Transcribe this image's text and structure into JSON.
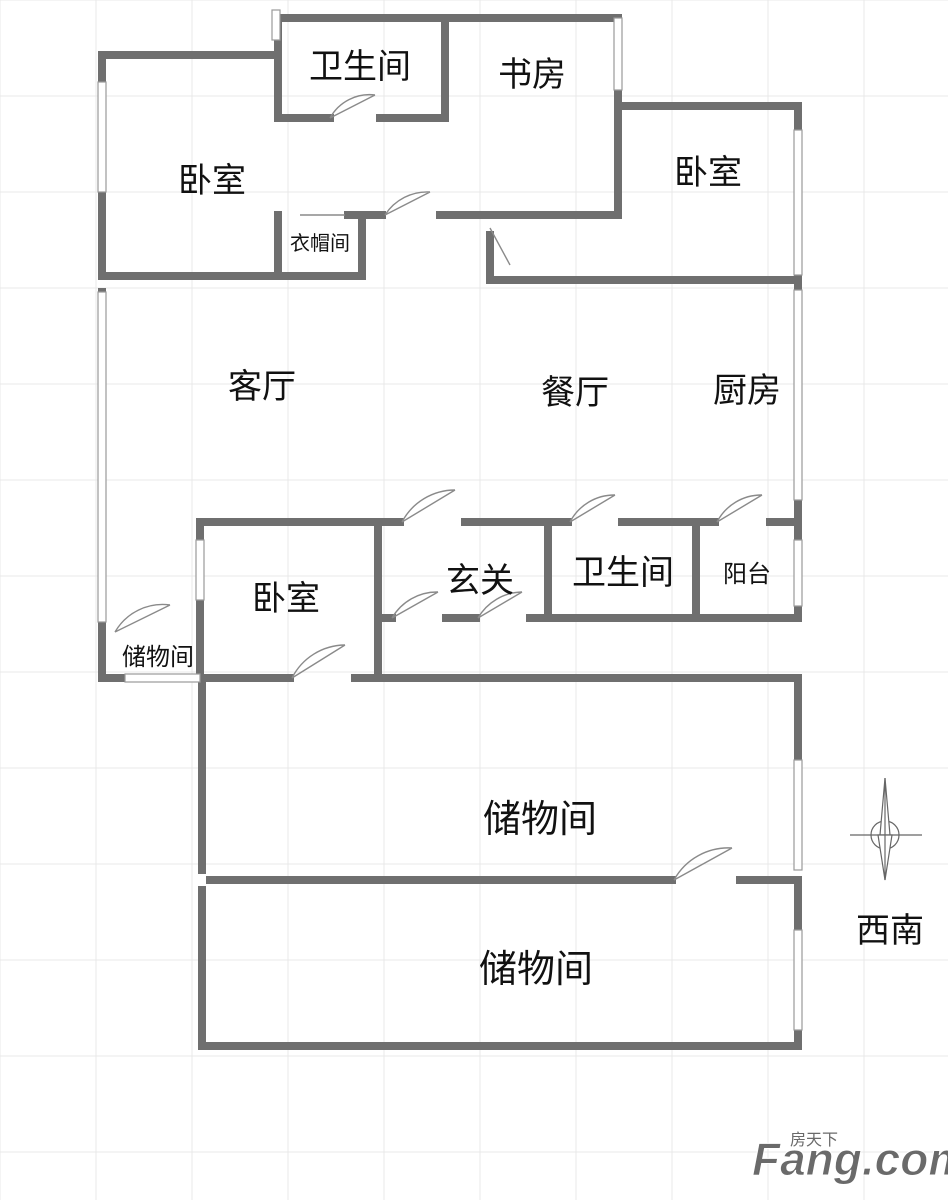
{
  "colors": {
    "wall": "#6f6f6f",
    "grid": "#e9e9e9",
    "window": "#9a9a9a",
    "door": "#8a8a8a",
    "brand": "#6a6a6a"
  },
  "rooms": {
    "bathroom_top": "卫生间",
    "study": "书房",
    "bedroom_nw": "卧室",
    "bedroom_ne": "卧室",
    "cloakroom": "衣帽间",
    "living_room": "客厅",
    "dining_room": "餐厅",
    "kitchen": "厨房",
    "bedroom_sw": "卧室",
    "foyer": "玄关",
    "bathroom_mid": "卫生间",
    "balcony": "阳台",
    "storage_small": "储物间",
    "storage_upper": "储物间",
    "storage_lower": "储物间"
  },
  "compass": {
    "icon": "compass-rose-icon",
    "orientation": "西南"
  },
  "watermark": {
    "brand": "Fang.com",
    "tag": "房天下"
  }
}
